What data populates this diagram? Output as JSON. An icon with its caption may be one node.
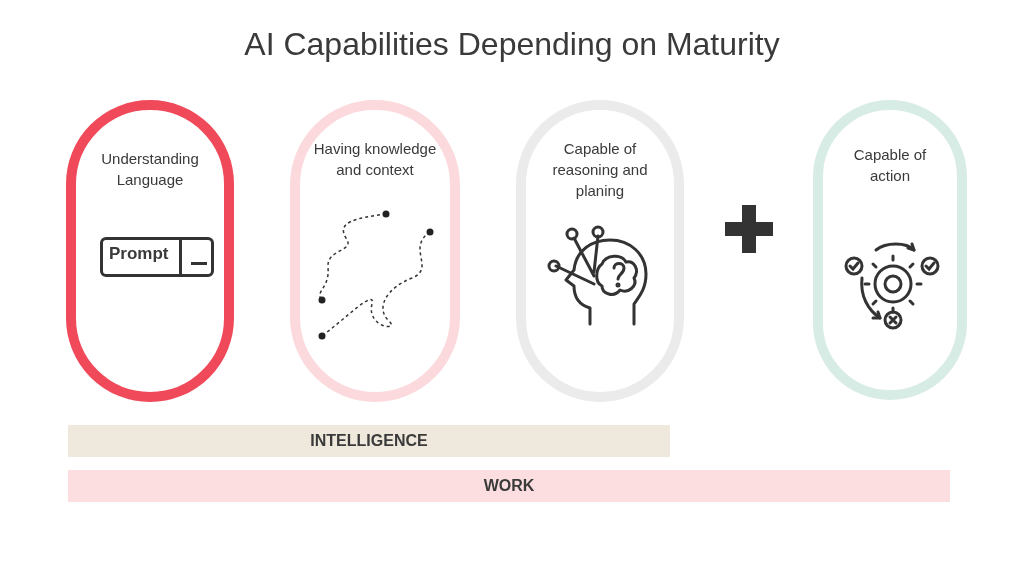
{
  "diagram": {
    "title": "AI Capabilities Depending on Maturity",
    "nodes": [
      {
        "text": [
          "Understanding Language"
        ]
      },
      {
        "text": [
          "Prompt"
        ],
        "in": 0
      },
      {
        "text": [
          "Having knowledge and context"
        ]
      },
      {
        "text": [
          "Capable of reasoning and planing"
        ]
      },
      {
        "text": [
          "Capable of action"
        ]
      },
      {
        "text": [
          "INTELLIGENCE"
        ]
      },
      {
        "text": [
          "WORK"
        ]
      }
    ]
  }
}
